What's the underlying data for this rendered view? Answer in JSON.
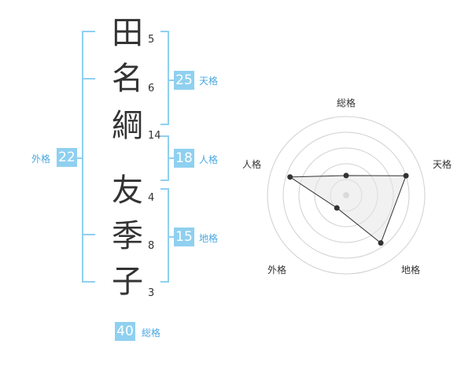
{
  "name": {
    "characters": [
      {
        "char": "田",
        "strokes": "5"
      },
      {
        "char": "名",
        "strokes": "6"
      },
      {
        "char": "綱",
        "strokes": "14"
      },
      {
        "char": "友",
        "strokes": "4"
      },
      {
        "char": "季",
        "strokes": "8"
      },
      {
        "char": "子",
        "strokes": "3"
      }
    ]
  },
  "fortunes": {
    "tenkaku": {
      "value": "25",
      "label": "天格"
    },
    "jinkaku": {
      "value": "18",
      "label": "人格"
    },
    "chikaku": {
      "value": "15",
      "label": "地格"
    },
    "gaikaku": {
      "value": "22",
      "label": "外格"
    },
    "soukaku": {
      "value": "40",
      "label": "総格"
    }
  },
  "colors": {
    "accent": "#8fd0f0",
    "label_text": "#4aa8e0",
    "text": "#333333"
  },
  "chart_data": {
    "type": "radar",
    "axes": [
      "総格",
      "天格",
      "地格",
      "外格",
      "人格"
    ],
    "values": [
      25,
      80,
      75,
      20,
      75
    ],
    "range": [
      0,
      100
    ]
  }
}
